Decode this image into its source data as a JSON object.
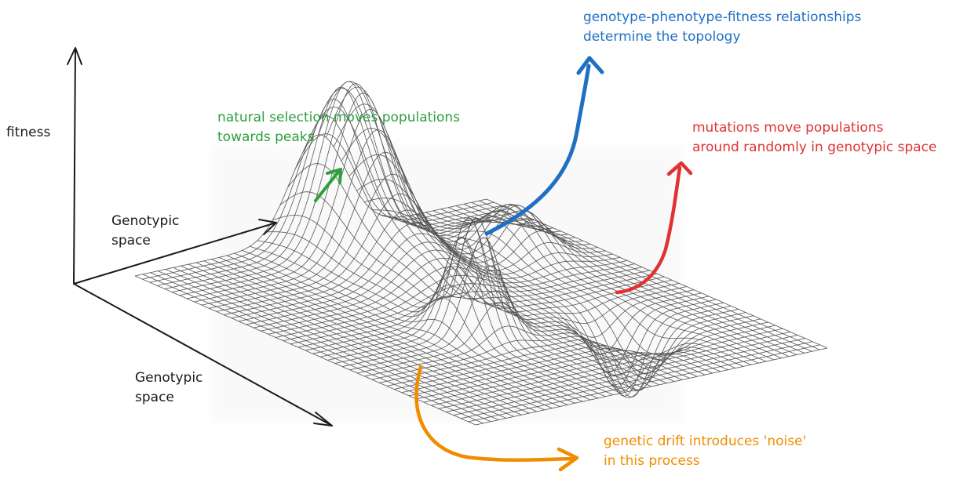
{
  "axes": {
    "vertical_label": "fitness",
    "back_axis_label": [
      "Genotypic",
      "space"
    ],
    "front_axis_label": [
      "Genotypic",
      "space"
    ]
  },
  "annotations": {
    "topology": {
      "lines": [
        "genotype-phenotype-fitness relationships",
        "determine the topology"
      ],
      "color": "#1f6fc4"
    },
    "selection": {
      "lines": [
        "natural selection moves populations",
        "towards peaks"
      ],
      "color": "#2e9e3f"
    },
    "mutation": {
      "lines": [
        "mutations move populations",
        "around randomly in genotypic space"
      ],
      "color": "#e03232"
    },
    "drift": {
      "lines": [
        "genetic drift introduces 'noise'",
        "in this process"
      ],
      "color": "#f08c00"
    }
  },
  "colors": {
    "axis": "#1a1a1a",
    "mesh": "#555555"
  }
}
